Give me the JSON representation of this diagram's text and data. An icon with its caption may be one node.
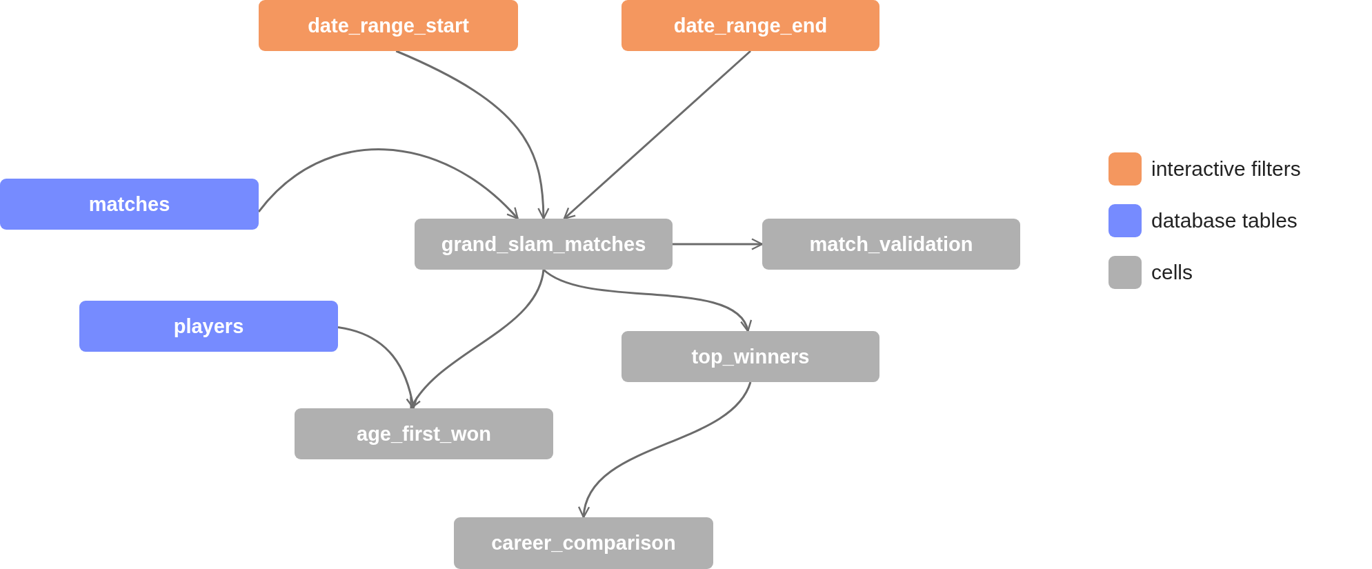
{
  "diagram": {
    "nodes": [
      {
        "text": [
          "date_range_start"
        ]
      },
      {
        "text": [
          "date_range_end"
        ]
      },
      {
        "text": [
          "matches"
        ]
      },
      {
        "text": [
          "grand_slam_matches"
        ]
      },
      {
        "text": [
          "match_validation"
        ]
      },
      {
        "text": [
          "players"
        ]
      },
      {
        "text": [
          "top_winners"
        ]
      },
      {
        "text": [
          "age_first_won"
        ]
      },
      {
        "text": [
          "career_comparison"
        ]
      }
    ],
    "edges": [
      {
        "from": 0,
        "to": 3,
        "arrow": "to"
      },
      {
        "from": 1,
        "to": 3,
        "arrow": "to"
      },
      {
        "from": 2,
        "to": 3,
        "arrow": "to"
      },
      {
        "from": 3,
        "to": 4,
        "arrow": "to"
      },
      {
        "from": 3,
        "to": 6,
        "arrow": "to"
      },
      {
        "from": 3,
        "to": 7,
        "arrow": "to"
      },
      {
        "from": 5,
        "to": 7,
        "arrow": "to"
      },
      {
        "from": 6,
        "to": 8,
        "arrow": "to"
      }
    ],
    "legend": [
      {
        "text": "interactive filters",
        "color": "#f4975f"
      },
      {
        "text": "database tables",
        "color": "#768bff"
      },
      {
        "text": "cells",
        "color": "#b0b0b0"
      }
    ]
  }
}
